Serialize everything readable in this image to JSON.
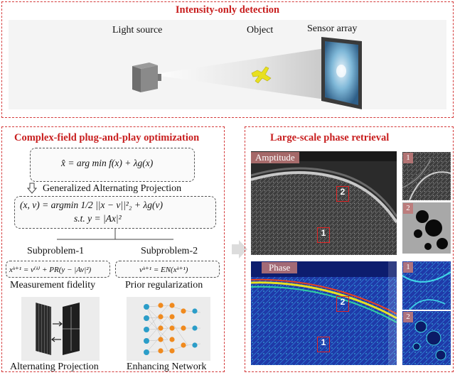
{
  "top_panel": {
    "title": "Intensity-only detection",
    "light_source_label": "Light source",
    "object_label": "Object",
    "sensor_label": "Sensor array"
  },
  "left_panel": {
    "title": "Complex-field plug-and-play optimization",
    "eq_main": "x̂ = arg min f(x) + λg(x)",
    "gap_label": "Generalized Alternating Projection",
    "eq_gap_1": "(x, v) = argmin 1/2 ||x − v||²₂ + λg(v)",
    "eq_gap_2": "s.t. y = |Ax|²",
    "sub1_label": "Subproblem-1",
    "sub2_label": "Subproblem-2",
    "eq_sub1": "xᵏ⁺¹ = v⁽ᵏ⁾ + PR(y − |Av|²)",
    "eq_sub2": "vᵏ⁺¹ = EN(xᵏ⁺¹)",
    "sub1_desc": "Measurement fidelity",
    "sub2_desc": "Prior regularization",
    "alt_proj_label": "Alternating Projection",
    "enh_net_label": "Enhancing Network"
  },
  "right_panel": {
    "title": "Large-scale phase retrieval",
    "amplitude_label": "Amptitude",
    "phase_label": "Phase",
    "roi_labels": [
      "1",
      "2"
    ],
    "thumb_labels": [
      "1",
      "2",
      "1",
      "2"
    ]
  },
  "colors": {
    "accent_red": "#c81e1e",
    "dashed_border": "#d43a3a",
    "roi_red": "#e12222",
    "object_yellow": "#e8e020"
  }
}
